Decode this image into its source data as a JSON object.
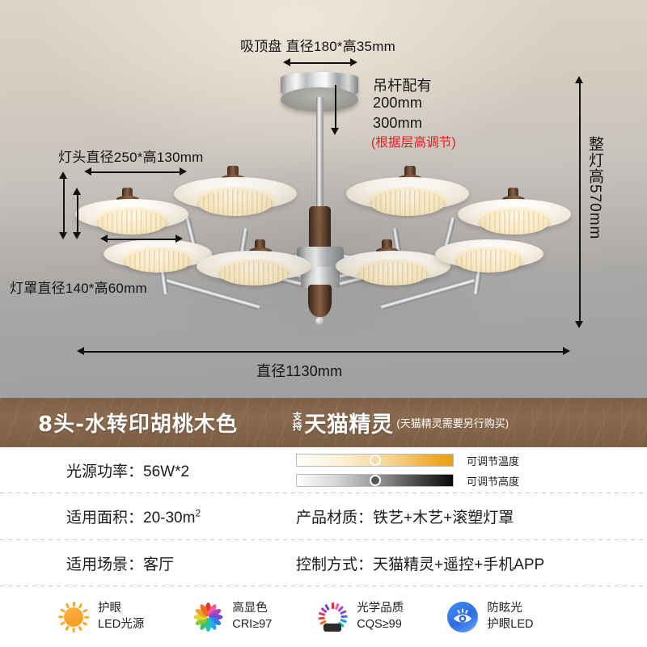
{
  "annotations": {
    "canopy": "吸顶盘 直径180*高35mm",
    "rod_title": "吊杆配有",
    "rod_len1": "200mm",
    "rod_len2": "300mm",
    "rod_note": "(根据层高调节)",
    "head": "灯头直径250*高130mm",
    "shade": "灯罩直径140*高60mm",
    "diameter": "直径1130mm",
    "total_height": "整灯高570mm"
  },
  "banner": {
    "title": "8头-水转印胡桃木色",
    "support_line1": "支",
    "support_line2": "持",
    "tmall": "天猫精灵",
    "tmall_note": "(天猫精灵需要另行购买)"
  },
  "specs": {
    "rows": [
      {
        "left": "光源功率：56W*2",
        "right_type": "sliders"
      },
      {
        "left": "适用面积：20-30m",
        "left_sup": "2",
        "right": "产品材质：铁艺+木艺+滚塑灯罩"
      },
      {
        "left": "适用场景：客厅",
        "right": "控制方式：天猫精灵+遥控+手机APP"
      }
    ],
    "sliders": [
      {
        "name": "temperature-slider",
        "label": "可调节温度",
        "style": "warm",
        "value": 50
      },
      {
        "name": "height-slider",
        "label": "可调节高度",
        "style": "gray",
        "value": 50
      }
    ]
  },
  "features": [
    {
      "icon": "sun-icon",
      "line1": "护眼",
      "line2": "LED光源"
    },
    {
      "icon": "color-flower-icon",
      "line1": "高显色",
      "line2": "CRI≥97"
    },
    {
      "icon": "cqs-ring-icon",
      "line1": "光学品质",
      "line2": "CQS≥99"
    },
    {
      "icon": "eye-icon",
      "line1": "防眩光",
      "line2": "护眼LED"
    }
  ],
  "colors": {
    "banner_brown": "#8a6a4e",
    "accent_amber": "#e9a117",
    "note_red": "#e7191c"
  }
}
